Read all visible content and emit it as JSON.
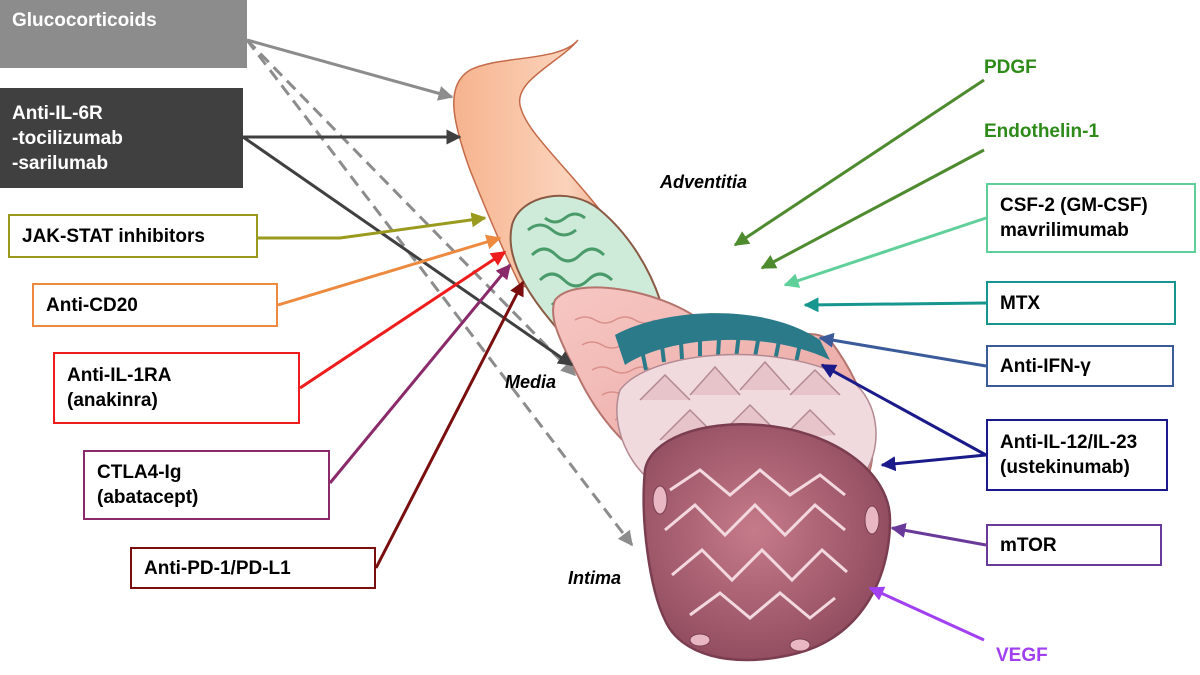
{
  "colors": {
    "glucocorticoids": "#8c8c8c",
    "anti_il6r": "#404040",
    "jak_stat": "#9a9a1e",
    "anti_cd20": "#ed8a3f",
    "anti_il1ra": "#ee1c1c",
    "ctla4": "#8b2a6a",
    "anti_pd1": "#7a0e0e",
    "pdgf": "#2e8b1a",
    "endothelin": "#2e8b1a",
    "csf2": "#5fcf9a",
    "mtx": "#17968f",
    "anti_ifn": "#3a5a9a",
    "anti_il12": "#1a1a8a",
    "mtor": "#6a3a9a",
    "vegf": "#a040f0"
  },
  "labels": {
    "glucocorticoids": "Glucocorticoids",
    "anti_il6r": [
      "Anti-IL-6R",
      "-tocilizumab",
      "-sarilumab"
    ],
    "jak_stat": "JAK-STAT inhibitors",
    "anti_cd20": "Anti-CD20",
    "anti_il1ra": [
      "Anti-IL-1RA",
      "(anakinra)"
    ],
    "ctla4": [
      "CTLA4-Ig",
      "(abatacept)"
    ],
    "anti_pd1": "Anti-PD-1/PD-L1",
    "pdgf": "PDGF",
    "endothelin": "Endothelin-1",
    "csf2": [
      "CSF-2 (GM-CSF)",
      "mavrilimumab"
    ],
    "mtx": "MTX",
    "anti_ifn": "Anti-IFN-γ",
    "anti_il12": [
      "Anti-IL-12/IL-23",
      "(ustekinumab)"
    ],
    "mtor": "mTOR",
    "vegf": "VEGF"
  },
  "layers": {
    "adventitia": "Adventitia",
    "media": "Media",
    "intima": "Intima"
  }
}
